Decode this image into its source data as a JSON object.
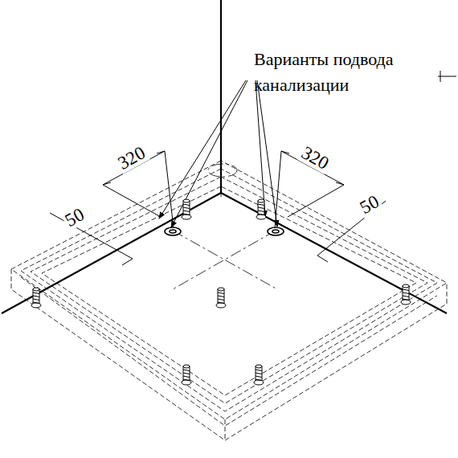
{
  "diagram": {
    "labels": [
      "Варианты подвода канализации",
      "320",
      "320",
      "50",
      "50"
    ]
  }
}
